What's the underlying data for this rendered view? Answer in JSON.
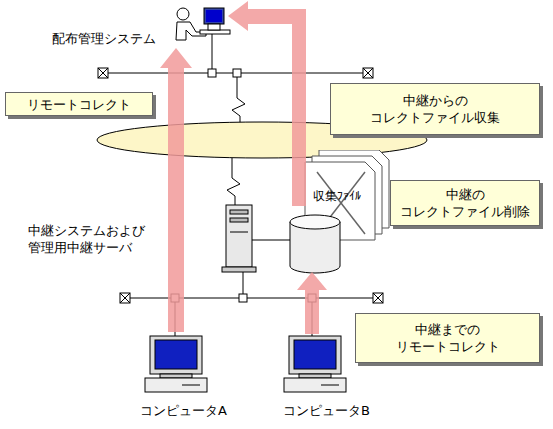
{
  "diagram": {
    "nodes": [
      {
        "text": [
          "リモートコレクト"
        ]
      },
      {
        "text": [
          "中継からの コレクトファイル収集"
        ]
      },
      {
        "text": [
          "収集ﾌｧｲﾙ"
        ]
      },
      {
        "text": [
          "中継の コレクトファイル削除"
        ]
      },
      {
        "text": [
          "中継までの リモートコレクト"
        ]
      }
    ],
    "labels": [
      "配布管理システム",
      "中継システムおよび 管理用中継サーバ",
      "コンピュータA",
      "コンピュータB"
    ]
  }
}
